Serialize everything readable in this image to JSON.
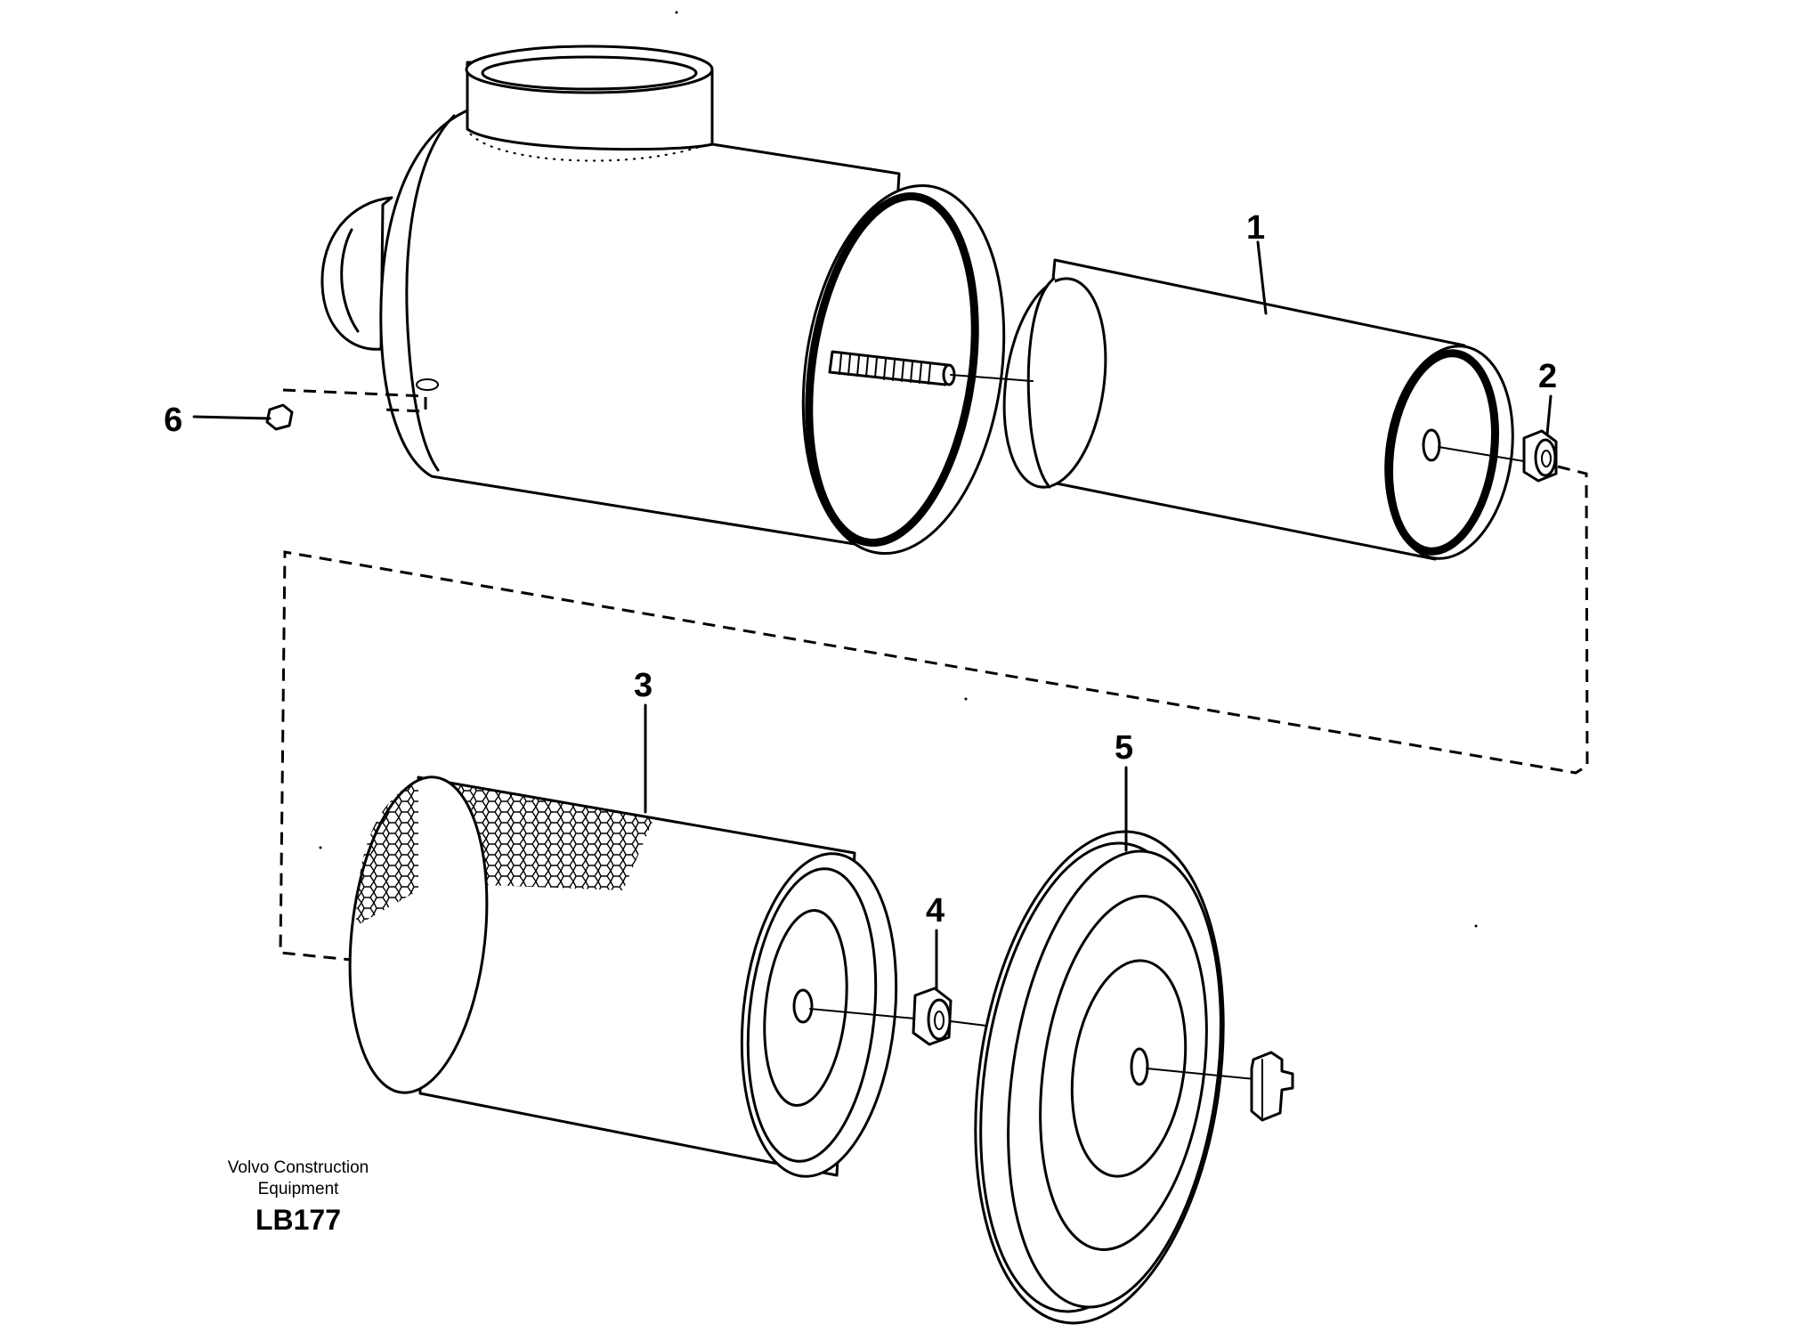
{
  "callouts": [
    {
      "id": "1",
      "label": "1"
    },
    {
      "id": "2",
      "label": "2"
    },
    {
      "id": "3",
      "label": "3"
    },
    {
      "id": "4",
      "label": "4"
    },
    {
      "id": "5",
      "label": "5"
    },
    {
      "id": "6",
      "label": "6"
    }
  ],
  "caption": {
    "company_line1": "Volvo Construction",
    "company_line2": "Equipment",
    "code": "LB177"
  }
}
